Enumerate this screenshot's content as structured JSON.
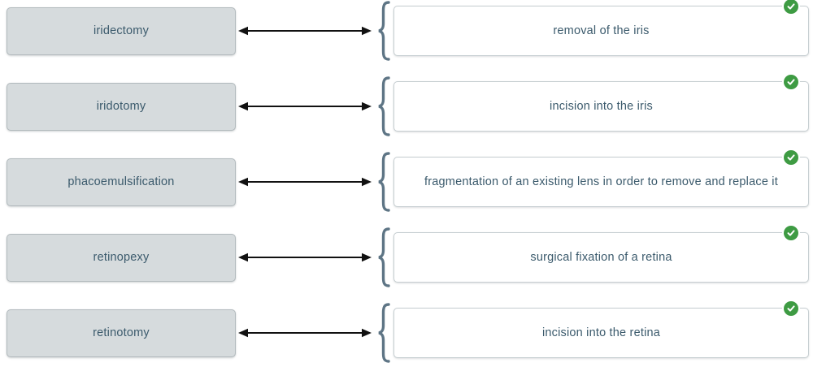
{
  "exercise": {
    "type": "matching",
    "pairs": [
      {
        "term": "iridectomy",
        "definition": "removal of the iris",
        "status": "correct"
      },
      {
        "term": "iridotomy",
        "definition": "incision into the iris",
        "status": "correct"
      },
      {
        "term": "phacoemulsification",
        "definition": "fragmentation of an existing lens in order to remove and replace it",
        "status": "correct"
      },
      {
        "term": "retinopexy",
        "definition": "surgical fixation of a retina",
        "status": "correct"
      },
      {
        "term": "retinotomy",
        "definition": "incision into the retina",
        "status": "correct"
      }
    ]
  },
  "colors": {
    "status_correct_green": "#3e9b43",
    "text_slate": "#3b5a6c",
    "term_card_fill": "#d6dbdd",
    "brace_slate": "#5e7585",
    "arrow_black": "#111111"
  },
  "icons": {
    "status_badge": "check-icon",
    "connector": "double-arrow-icon",
    "group": "curly-brace-icon"
  }
}
